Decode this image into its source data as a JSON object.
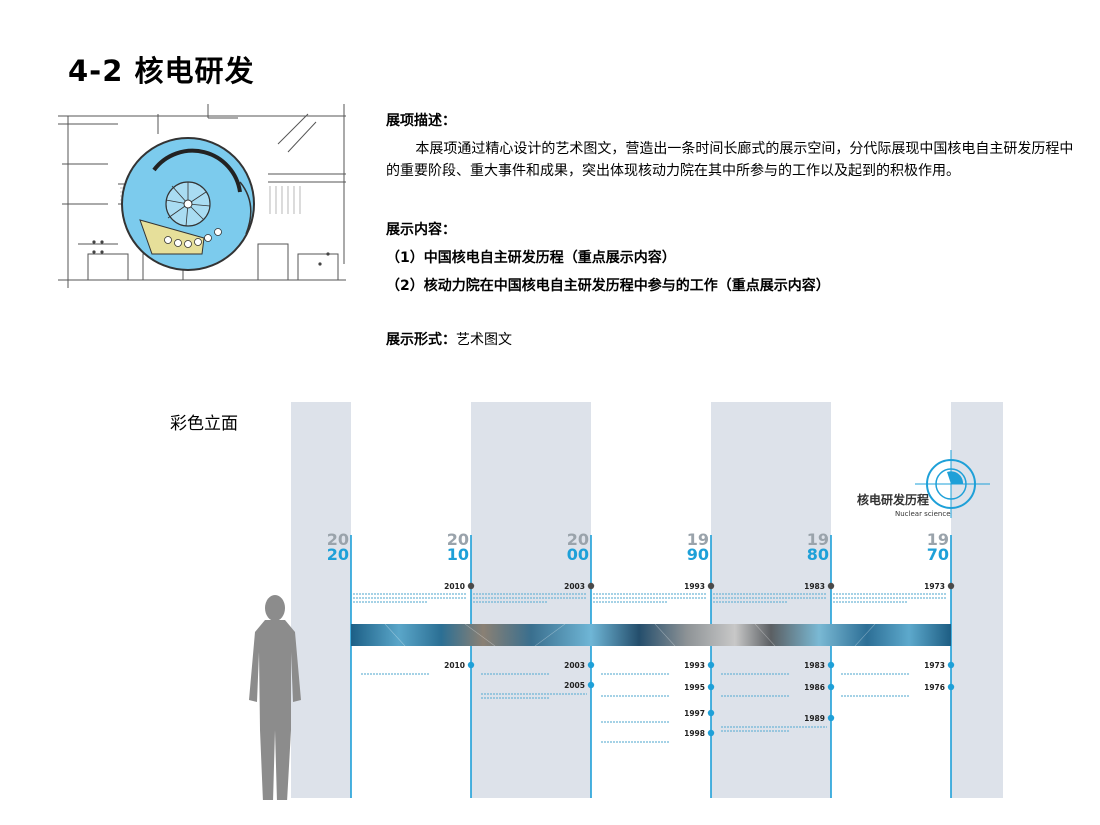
{
  "title": "4-2 核电研发",
  "description": {
    "heading": "展项描述：",
    "text": "本展项通过精心设计的艺术图文，营造出一条时间长廊式的展示空间，分代际展现中国核电自主研发历程中的重要阶段、重大事件和成果，突出体现核动力院在其中所参与的工作以及起到的积极作用。"
  },
  "content": {
    "heading": "展示内容：",
    "items": [
      "（1）中国核电自主研发历程（重点展示内容）",
      "（2）核动力院在中国核电自主研发历程中参与的工作（重点展示内容）"
    ]
  },
  "form": {
    "heading": "展示形式：",
    "value": "艺术图文"
  },
  "elevation_label": "彩色立面",
  "logo": {
    "cn": "核电研发历程",
    "en": "Nuclear science"
  },
  "decades": [
    {
      "top": "20",
      "bottom": "20"
    },
    {
      "top": "20",
      "bottom": "10"
    },
    {
      "top": "20",
      "bottom": "00"
    },
    {
      "top": "19",
      "bottom": "90"
    },
    {
      "top": "19",
      "bottom": "80"
    },
    {
      "top": "19",
      "bottom": "70"
    }
  ],
  "upper_years": [
    "2010",
    "2003",
    "1993",
    "1983",
    "1973"
  ],
  "lower_years": [
    {
      "year": "2010"
    },
    {
      "year": "2003"
    },
    {
      "year": "2005"
    },
    {
      "year": "1993"
    },
    {
      "year": "1995"
    },
    {
      "year": "1997"
    },
    {
      "year": "1998"
    },
    {
      "year": "1983"
    },
    {
      "year": "1986"
    },
    {
      "year": "1989"
    },
    {
      "year": "1973"
    },
    {
      "year": "1976"
    }
  ],
  "colors": {
    "accent": "#1ea0d8",
    "panel": "#dde2ea",
    "plan_blue": "#7ccbed",
    "plan_yellow": "#e6df9a",
    "silhouette": "#8c8c8c"
  }
}
